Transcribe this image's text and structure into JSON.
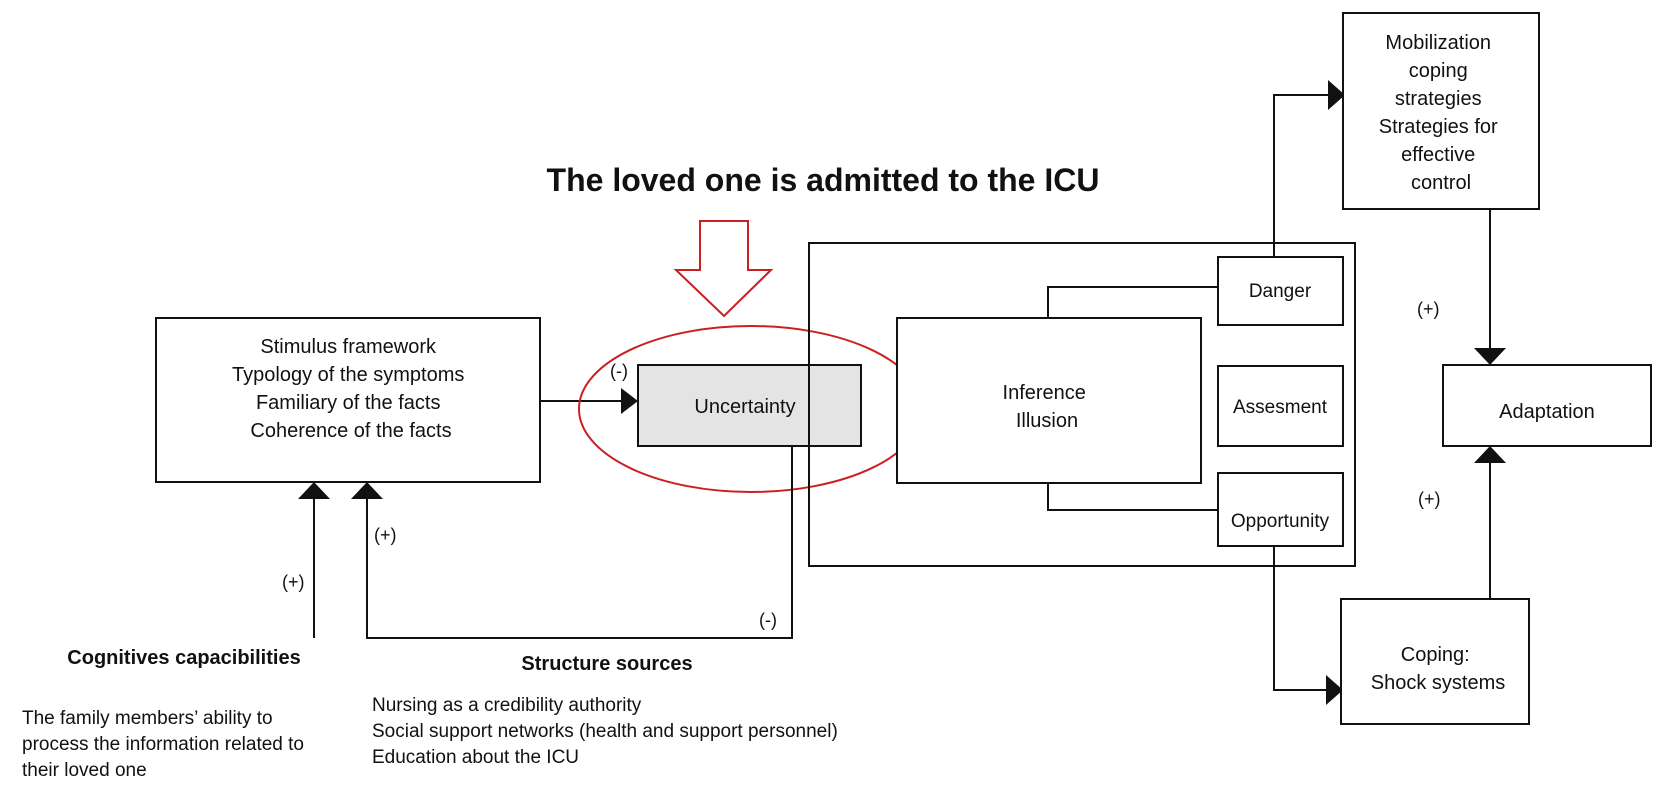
{
  "title": "The loved one is admitted to the ICU",
  "nodes": {
    "stimulus": [
      "Stimulus framework",
      "Typology of the symptoms",
      "Familiary of the facts",
      "Coherence of the facts"
    ],
    "uncertainty": "Uncertainty",
    "inference": [
      "Inference",
      "Illusion"
    ],
    "danger": "Danger",
    "assessment": "Assesment",
    "opportunity": "Opportunity",
    "mobilization": [
      "Mobilization",
      "coping",
      "strategies",
      "Strategies for",
      "effective",
      "control"
    ],
    "adaptation": "Adaptation",
    "coping": [
      "Coping:",
      "Shock systems"
    ]
  },
  "signs": {
    "uncertainty_in": "(-)",
    "cognitive": "(+)",
    "structure": "(+)",
    "feedback": "(-)",
    "mobilization": "(+)",
    "coping": "(+)"
  },
  "cognitive": {
    "heading": "Cognitives capacibilities",
    "text": [
      "The family members’ ability to",
      "process the information related to",
      "their loved one"
    ]
  },
  "structure": {
    "heading": "Structure sources",
    "text": [
      "Nursing as a credibility authority",
      "Social support networks (health and support personnel)",
      "Education about the ICU"
    ]
  },
  "colors": {
    "highlight": "#cc1f1f",
    "uncertainty_fill": "#e4e4e4",
    "line": "#111111"
  }
}
